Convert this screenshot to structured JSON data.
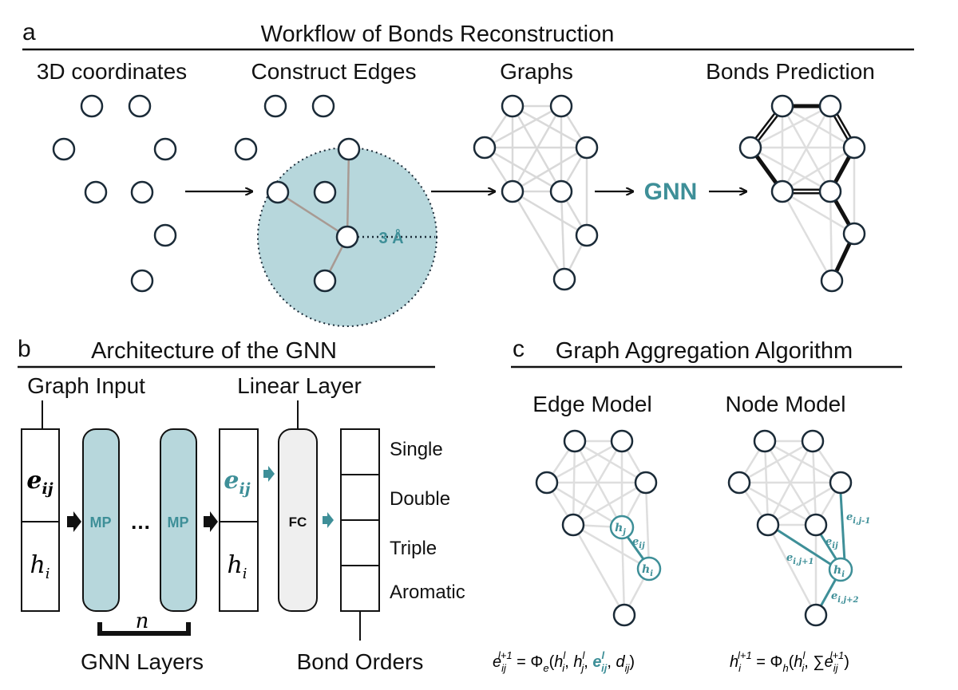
{
  "panels": {
    "a": {
      "letter": "a",
      "title": "Workflow of Bonds Reconstruction",
      "steps": [
        "3D coordinates",
        "Construct Edges",
        "Graphs",
        "Bonds Prediction"
      ],
      "gnn_label": "GNN",
      "cutoff_label": "3 Å"
    },
    "b": {
      "letter": "b",
      "title": "Architecture of the GNN",
      "graph_input": "Graph Input",
      "linear_layer": "Linear Layer",
      "edge_feature": "e",
      "edge_sub": "ij",
      "node_feature": "h",
      "node_sub": "i",
      "mp_label": "MP",
      "ellipsis": "…",
      "fc_label": "FC",
      "n_label": "n",
      "gnn_layers": "GNN Layers",
      "bond_orders_title": "Bond Orders",
      "bond_orders": [
        "Single",
        "Double",
        "Triple",
        "Aromatic"
      ]
    },
    "c": {
      "letter": "c",
      "title": "Graph Aggregation Algorithm",
      "edge_model": "Edge Model",
      "node_model": "Node Model",
      "labels": {
        "hj": "h",
        "hj_sub": "j",
        "hi": "h",
        "hi_sub": "i",
        "eij": "e",
        "eij_sub": "ij",
        "e_ij_m1": "e",
        "e_ij_m1_sub": "i,j-1",
        "e_ij_p1": "e",
        "e_ij_p1_sub": "i,j+1",
        "e_ij_p2": "e",
        "e_ij_p2_sub": "i,j+2"
      },
      "edge_equation": "e_ij^{l+1} = Φ_e(h_i^l, h_j^l, e_ij^l, d_ij)",
      "node_equation": "h_i^{l+1} = Φ_h(h_i^l, Σe_ij^{l+1})"
    }
  },
  "colors": {
    "teal": "#3e8f98",
    "teal_fill": "#b7d7dc",
    "node_stroke": "#1b2b38",
    "graph_edge": "#d9d9d9",
    "fc_fill": "#efefef"
  }
}
